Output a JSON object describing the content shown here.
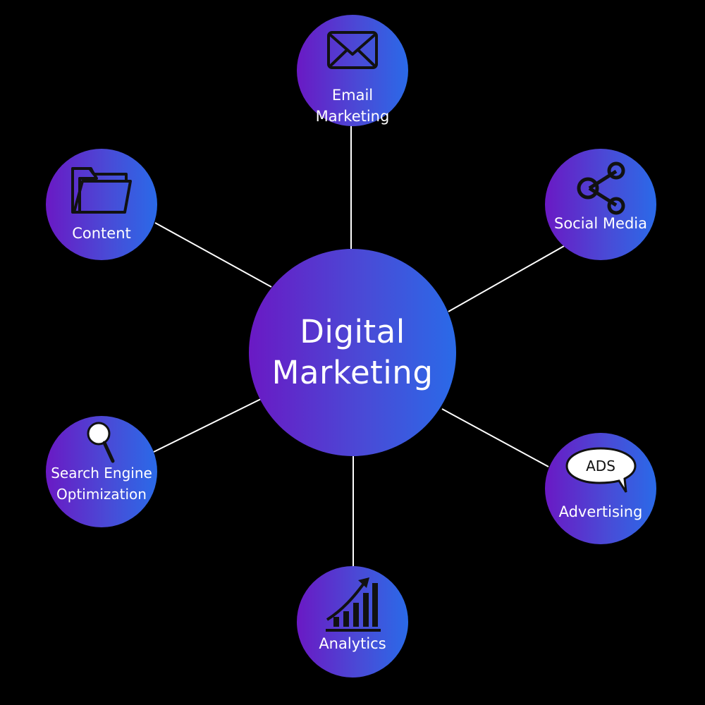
{
  "diagram": {
    "hub": {
      "label": "Digital\nMarketing"
    },
    "nodes": {
      "email": {
        "label": "Email\nMarketing",
        "icon": "envelope-icon"
      },
      "social": {
        "label": "Social Media",
        "icon": "share-icon"
      },
      "advertising": {
        "label": "Advertising",
        "icon": "speech-bubble-icon",
        "icon_text": "ADS"
      },
      "analytics": {
        "label": "Analytics",
        "icon": "bar-chart-growth-icon"
      },
      "seo": {
        "label": "Search Engine\nOptimization",
        "icon": "magnifier-icon"
      },
      "content": {
        "label": "Content",
        "icon": "folder-icon"
      }
    },
    "colors": {
      "background": "#000000",
      "gradient_start": "#6a19c4",
      "gradient_end": "#2a6ae8",
      "connector": "#ffffff",
      "text": "#ffffff",
      "icon": "#111111"
    }
  }
}
